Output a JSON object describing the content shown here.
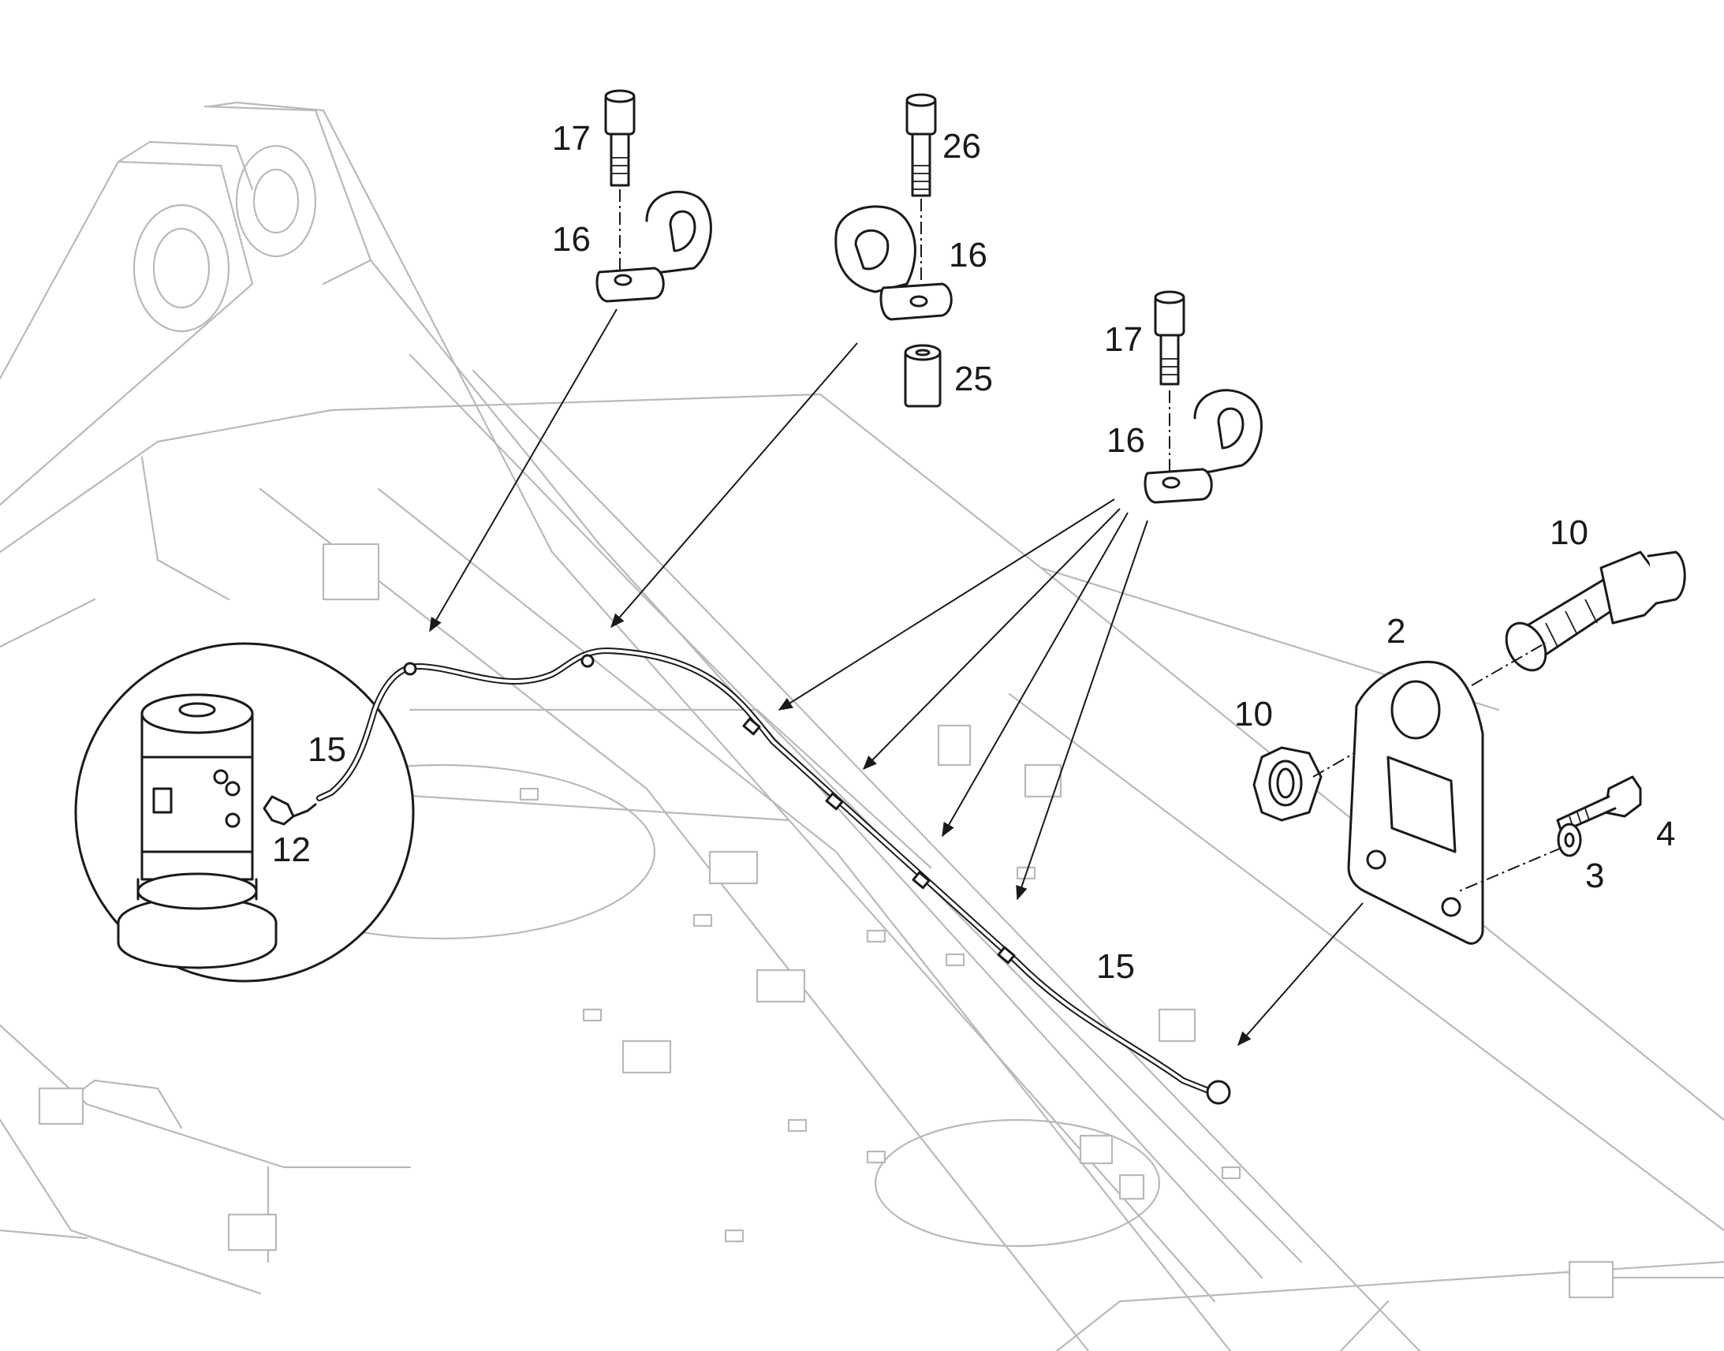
{
  "callouts": {
    "c17a": "17",
    "c16a": "16",
    "c26": "26",
    "c16b": "16",
    "c25": "25",
    "c17b": "17",
    "c16c": "16",
    "c10a": "10",
    "c2": "2",
    "c10b": "10",
    "c4": "4",
    "c3": "3",
    "c15a": "15",
    "c12": "12",
    "c15b": "15"
  },
  "colors": {
    "ink": "#1a1a1a",
    "background_structure": "#b9b9b9",
    "paper": "#ffffff"
  }
}
